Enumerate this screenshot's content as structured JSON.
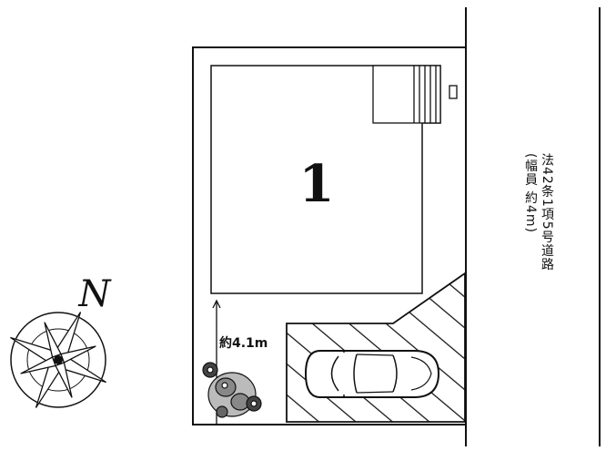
{
  "lot": {
    "number": "1"
  },
  "dimension": {
    "label": "約4.1m"
  },
  "road": {
    "line1": "法42条1項5号道路",
    "line2": "(幅員 約4m)"
  },
  "compass": {
    "north_label": "N"
  }
}
